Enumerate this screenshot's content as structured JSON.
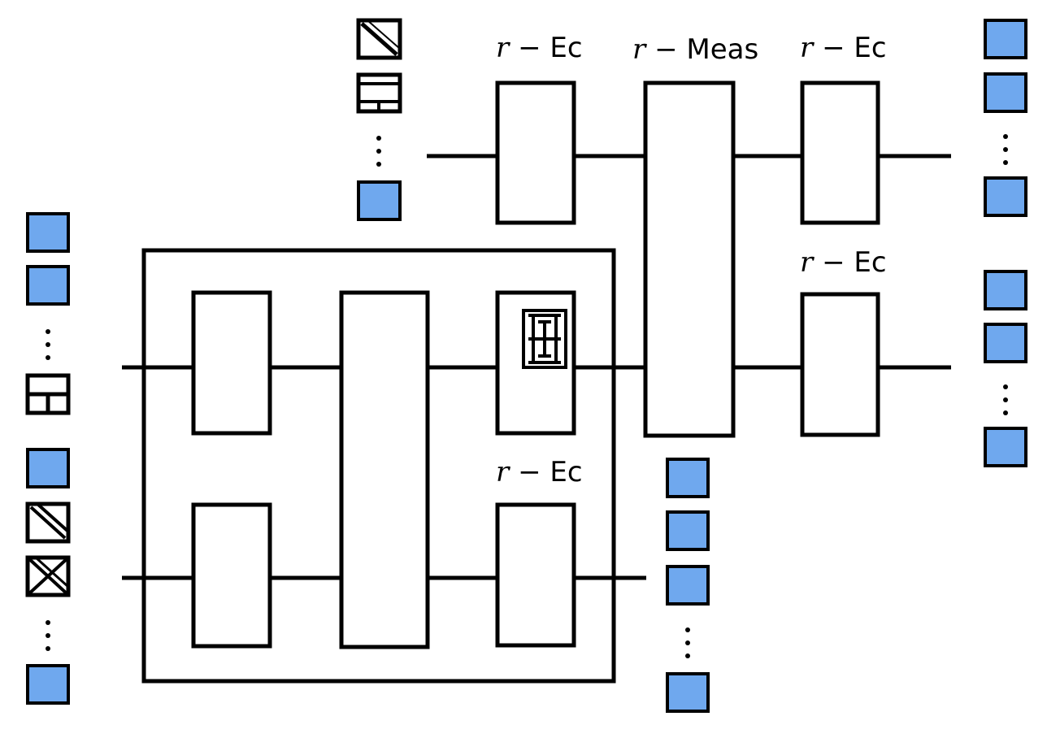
{
  "colors": {
    "qubit_fill": "#6fa8ee",
    "stroke": "#000000",
    "background": "#ffffff"
  },
  "labels": {
    "ec_top_1": {
      "r": "r",
      "dash": " − ",
      "name": "Ec"
    },
    "meas": {
      "r": "r",
      "dash": " − ",
      "name": "Meas"
    },
    "ec_top_2": {
      "r": "r",
      "dash": " − ",
      "name": "Ec"
    },
    "ec_mid_right": {
      "r": "r",
      "dash": " − ",
      "name": "Ec"
    },
    "ec_inner": {
      "r": "r",
      "dash": " − ",
      "name": "Ec"
    }
  },
  "icons": {
    "corrupted": [
      "diagonal-slash-icon",
      "brick-grid-icon",
      "split-box-icon",
      "hatched-slash-icon",
      "cross-hatch-icon",
      "maze-glyph-icon"
    ],
    "ok": "blue-qubit-square",
    "ellipsis": "vertical-ellipsis"
  }
}
